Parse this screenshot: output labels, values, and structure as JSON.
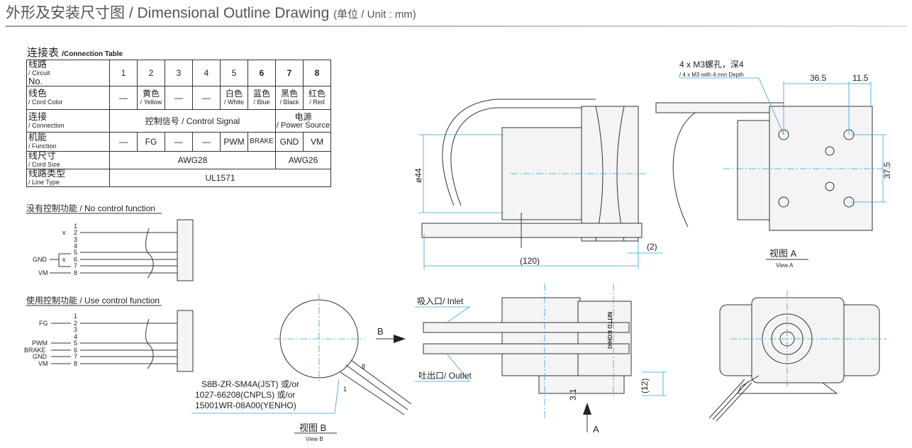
{
  "title": {
    "main": "外形及安装尺寸图 / Dimensional Outline Drawing",
    "unit": "(单位 / Unit : mm)"
  },
  "table": {
    "caption_cn": "连接表",
    "caption_en": "/Connection Table",
    "rows": [
      {
        "cn": "线路",
        "en": "/ Circuit",
        "en2": "No.",
        "cells": [
          "1",
          "2",
          "3",
          "4",
          "5",
          "6",
          "7",
          "8"
        ]
      },
      {
        "cn": "线色",
        "en": "/ Cord Color",
        "cells": [
          {
            "cn": "—"
          },
          {
            "cn": "黄色",
            "en": "/ Yellow"
          },
          {
            "cn": "—"
          },
          {
            "cn": "—"
          },
          {
            "cn": "白色",
            "en": "/ White"
          },
          {
            "cn": "蓝色",
            "en": "/ Blue"
          },
          {
            "cn": "黑色",
            "en": "/ Black"
          },
          {
            "cn": "红色",
            "en": "/ Red"
          }
        ]
      },
      {
        "cn": "连接",
        "en": "/ Connection",
        "signal": "控制信号 / Control Signal",
        "power_cn": "电源",
        "power_en": "/ Power Source"
      },
      {
        "cn": "机能",
        "en": "/ Function",
        "cells": [
          "—",
          "FG",
          "—",
          "—",
          "PWM",
          "BRAKE",
          "GND",
          "VM"
        ]
      },
      {
        "cn": "线尺寸",
        "en": "/ Cord Size",
        "awg_a": "AWG28",
        "awg_b": "AWG26"
      },
      {
        "cn": "线路类型",
        "en": "/ Line Type",
        "type": "UL1571"
      }
    ]
  },
  "wiring": {
    "no_control": {
      "title": "没有控制功能 / No control function",
      "pins": [
        "1",
        "2",
        "3",
        "4",
        "5",
        "6",
        "7",
        "8"
      ],
      "x": "x",
      "gnd": "GND",
      "vm": "VM"
    },
    "use_control": {
      "title": "使用控制功能 / Use control function",
      "pins": [
        "1",
        "2",
        "3",
        "4",
        "5",
        "6",
        "7",
        "8"
      ],
      "fg": "FG",
      "pwm": "PWM",
      "brake": "BRAKE",
      "gnd": "GND",
      "vm": "VM"
    }
  },
  "view_b": {
    "connector_lines": [
      "S8B-ZR-SM4A(JST) 或/or",
      "1027-66208(CNPLS) 或/or",
      "15001WR-08A00(YENHO)"
    ],
    "pin1": "1",
    "pin8": "8",
    "label_cn": "视图 B",
    "label_en": "View B",
    "arrow": "B"
  },
  "side_view": {
    "diameter": "ø44",
    "length": "(120)",
    "gap": "(2)"
  },
  "view_a": {
    "screw_cn": "4 x M3螺孔，深4",
    "screw_en": "/ 4 x M3 with 4 mm Depth",
    "dim1": "36.5",
    "dim2": "11.5",
    "dim3": "37.5",
    "label_cn": "视图 A",
    "label_en": "View A"
  },
  "top_view": {
    "inlet": "吸入口/ Inlet",
    "outlet": "吐出口/ Outlet",
    "dim_a": "3.1",
    "dim_b": "(12)",
    "arrow": "A",
    "brand": "NITTO KOHKI"
  }
}
